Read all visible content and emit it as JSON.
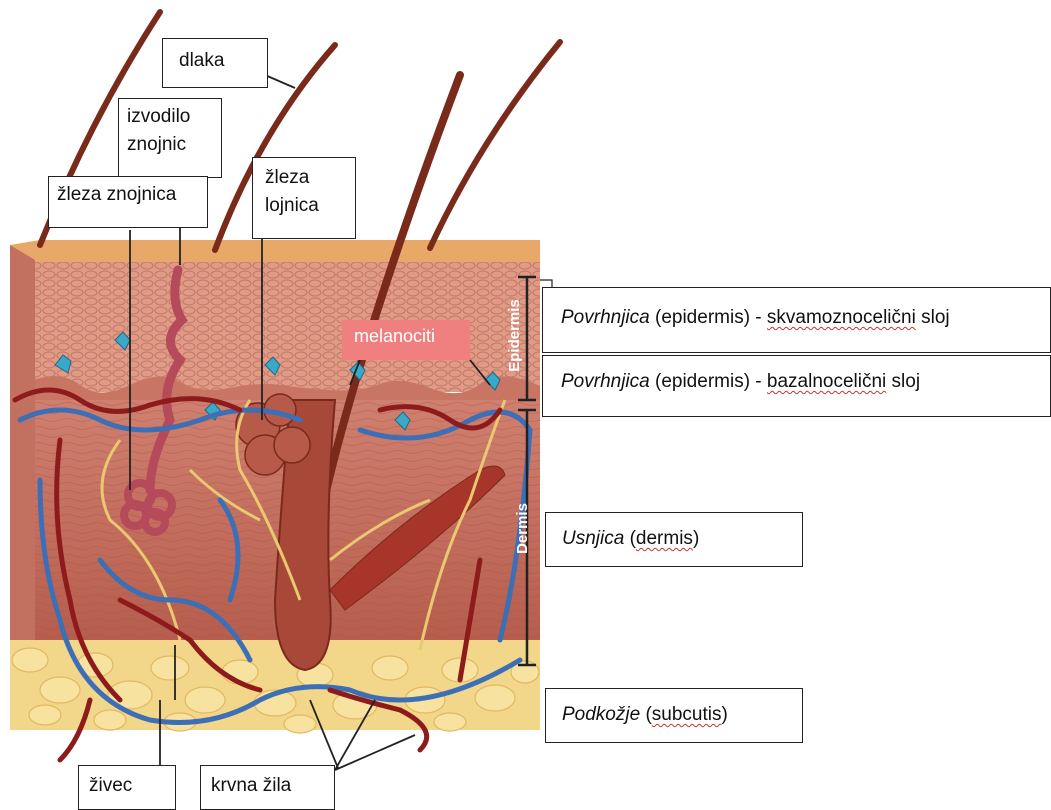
{
  "labels": {
    "hair": "dlaka",
    "sweat_duct": "izvodilo znojnic",
    "sweat_gland": "žleza znojnica",
    "sebaceous_gland": "žleza lojnica",
    "melanocytes": "melanociti",
    "nerve": "živec",
    "blood_vessel": "krvna žila"
  },
  "layers": {
    "epidermis_squamous": {
      "term": "Povrhnjica",
      "detail_prefix": " (epidermis) - ",
      "detail_word": "skvamoznocelični",
      "detail_suffix": " sloj"
    },
    "epidermis_basal": {
      "term": "Povrhnjica",
      "detail_prefix": " (epidermis) - ",
      "detail_word": "bazalnocelični",
      "detail_suffix": " sloj"
    },
    "dermis": {
      "term": "Usnjica",
      "detail_prefix": " (",
      "detail_word": "dermis",
      "detail_suffix": ")"
    },
    "subcutis": {
      "term": "Podkožje",
      "detail_prefix": " (",
      "detail_word": "subcutis",
      "detail_suffix": ")"
    }
  },
  "side_labels": {
    "epidermis": "Epidermis",
    "dermis": "Dermis"
  },
  "colors": {
    "skin_top": "#e8a868",
    "epidermis": "#d98e7a",
    "dermis": "#c26a5a",
    "fat": "#f5d98a",
    "artery": "#8e1b1b",
    "vein": "#3c6fb5",
    "nerve": "#e8c870",
    "hair": "#7a2a1a",
    "melanocyte": "#3aa8c8"
  }
}
